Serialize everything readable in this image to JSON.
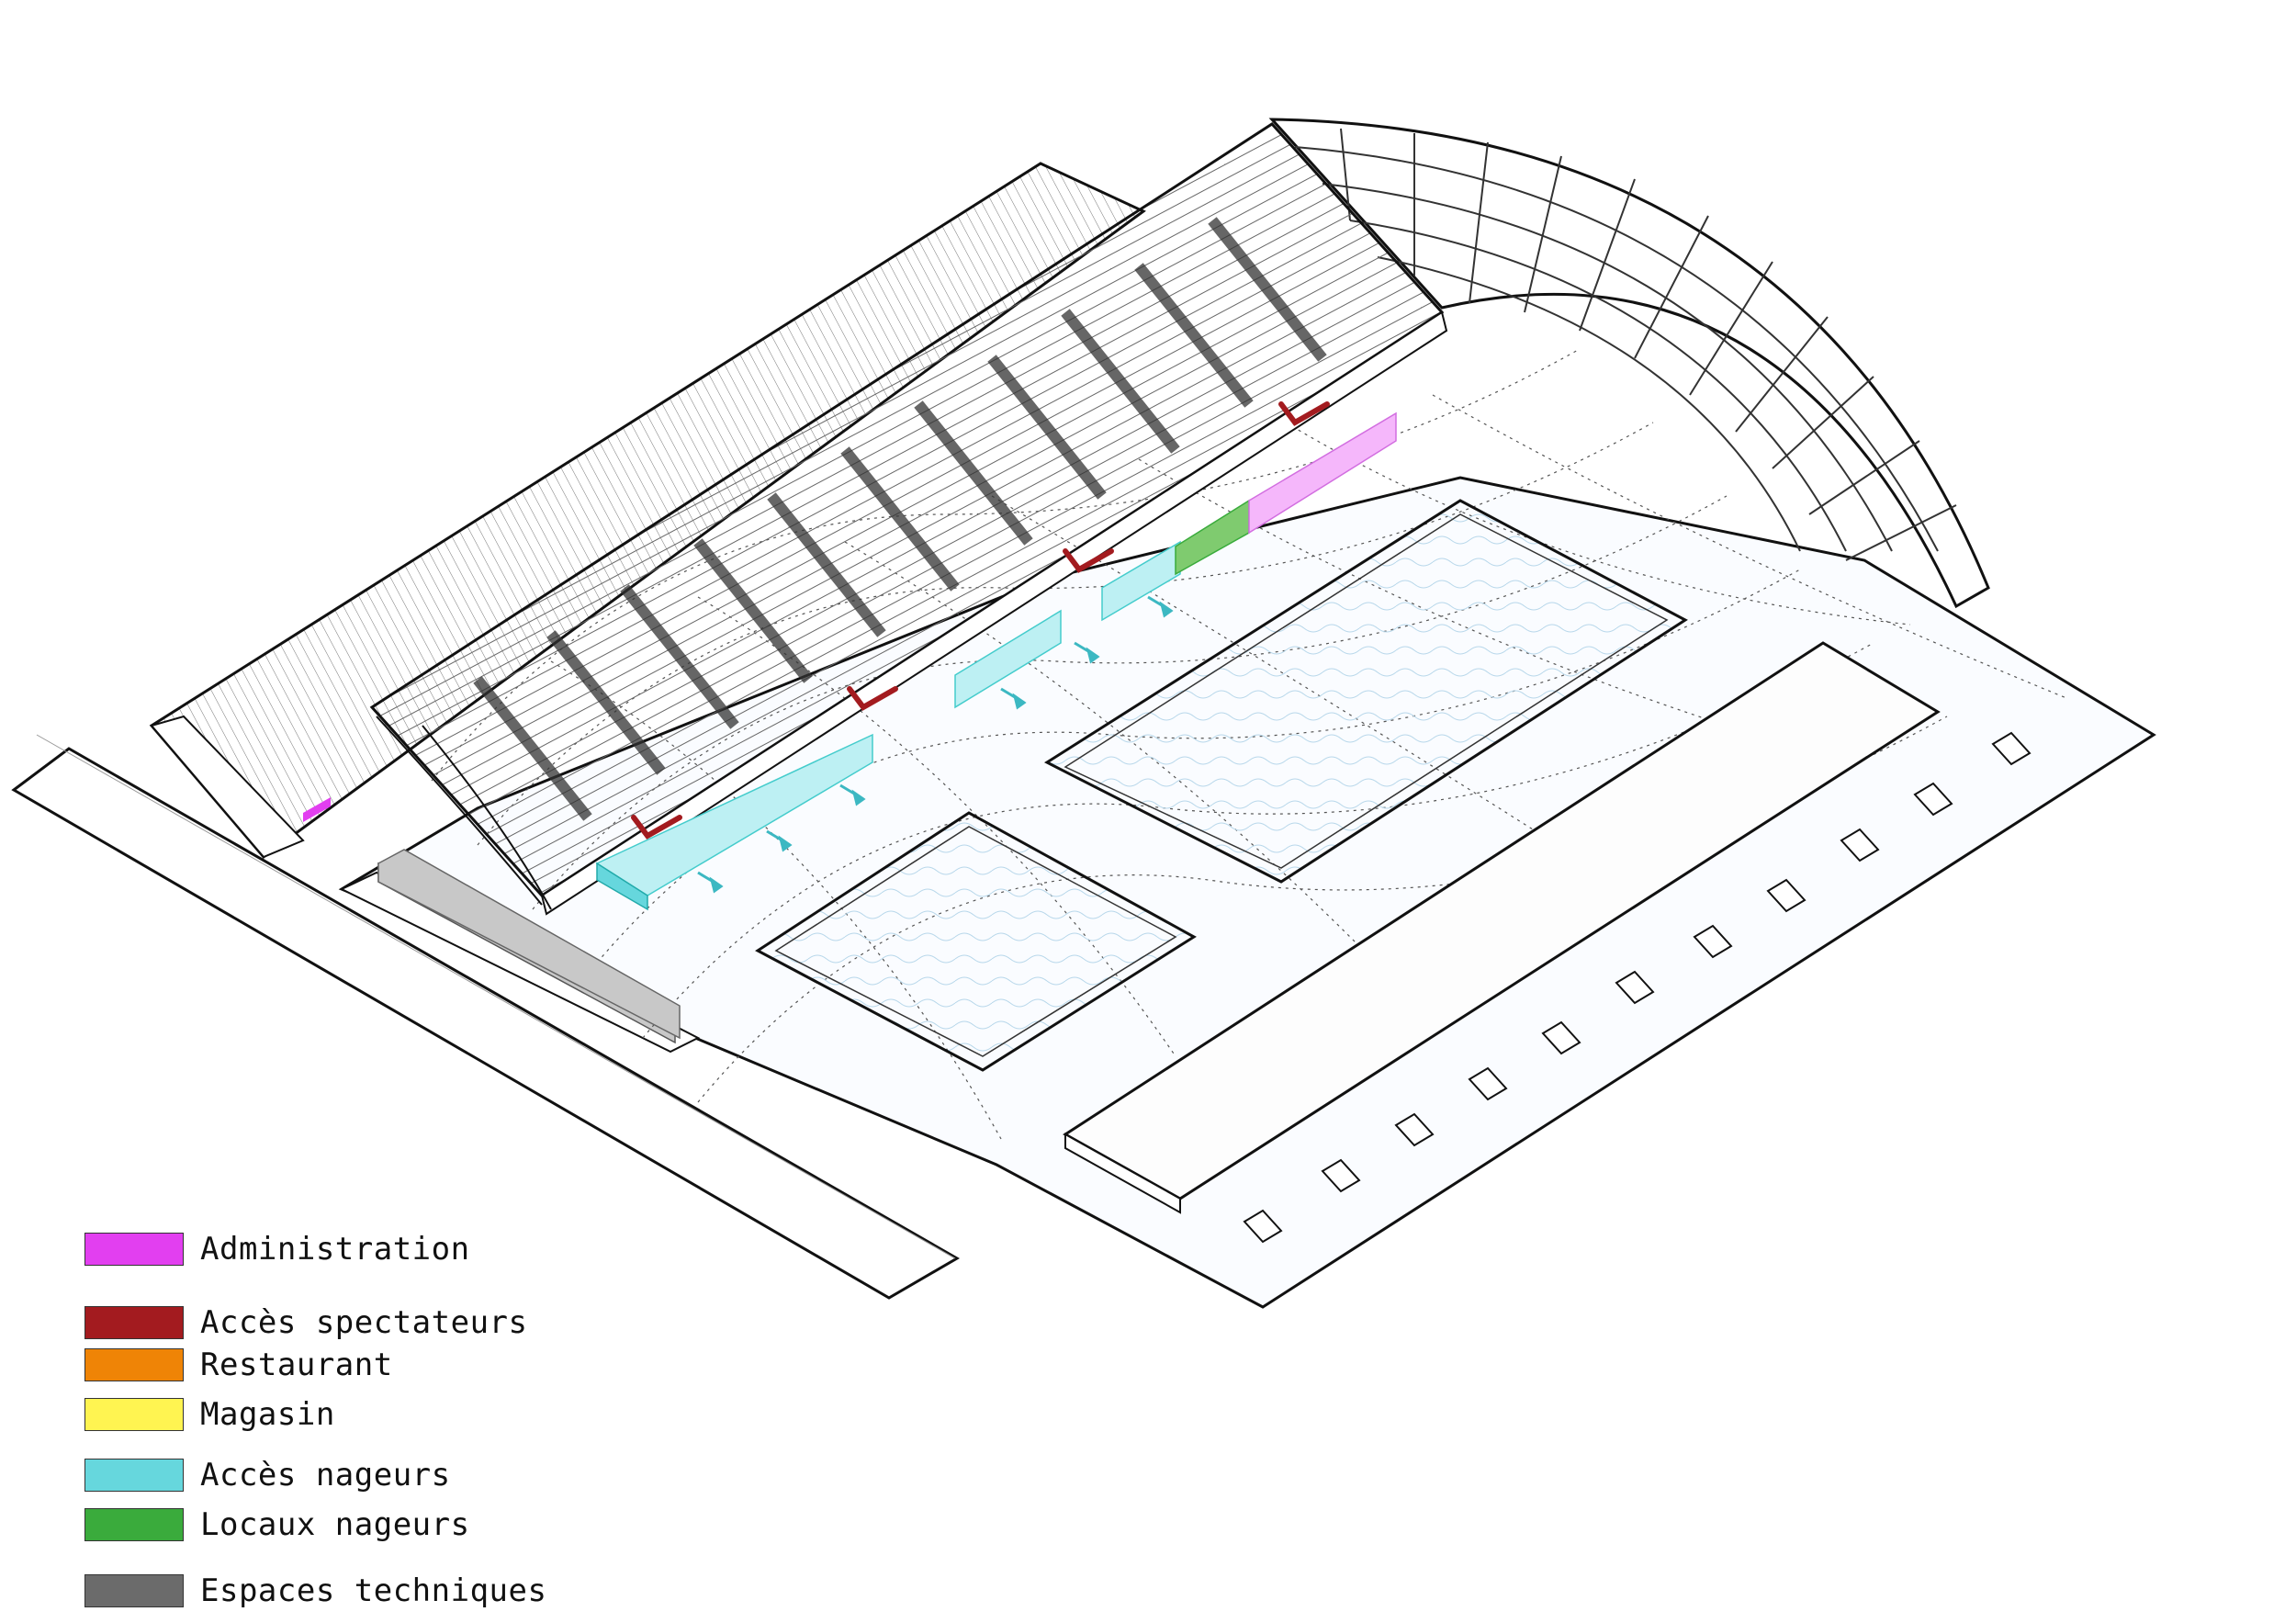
{
  "legend": {
    "items": [
      {
        "label": "Administration",
        "color": "#e23ff0"
      },
      {
        "label": "Accès spectateurs",
        "color": "#a31b1f"
      },
      {
        "label": "Restaurant",
        "color": "#ef8406"
      },
      {
        "label": "Magasin",
        "color": "#fff451"
      },
      {
        "label": "Accès nageurs",
        "color": "#66d7dd"
      },
      {
        "label": "Locaux nageurs",
        "color": "#3aab3c"
      },
      {
        "label": "Espaces techniques",
        "color": "#6b6b6b"
      }
    ]
  },
  "colors": {
    "line": "#1a1a1a",
    "hatch": "#444444",
    "dotted": "#555555",
    "water": "#cfe6f2",
    "admin_fill": "#f5b7fb",
    "swimmer_fill": "#bdf0f3",
    "technical_fill": "#c8c8c8"
  },
  "icons": [
    "arrow-icon",
    "stair-icon",
    "column-icon"
  ]
}
